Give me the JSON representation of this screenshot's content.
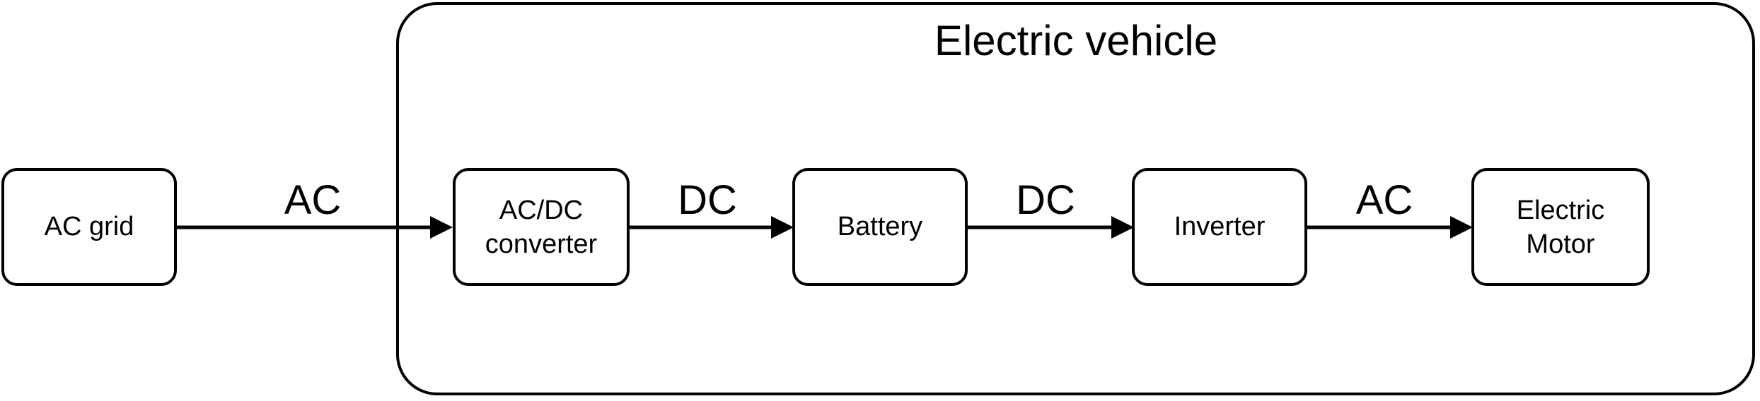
{
  "diagram": {
    "title": "Electric vehicle",
    "background_color": "#ffffff",
    "stroke_color": "#000000",
    "group": {
      "label": "Electric vehicle"
    },
    "nodes": [
      {
        "id": "ac-grid",
        "label": "AC grid",
        "line1": "AC grid",
        "line2": ""
      },
      {
        "id": "ac-dc-converter",
        "label": "AC/DC converter",
        "line1": "AC/DC",
        "line2": "converter"
      },
      {
        "id": "battery",
        "label": "Battery",
        "line1": "Battery",
        "line2": ""
      },
      {
        "id": "inverter",
        "label": "Inverter",
        "line1": "Inverter",
        "line2": ""
      },
      {
        "id": "electric-motor",
        "label": "Electric Motor",
        "line1": "Electric",
        "line2": "Motor"
      }
    ],
    "edges": [
      {
        "id": "edge-grid-converter",
        "label": "AC",
        "from": "ac-grid",
        "to": "ac-dc-converter"
      },
      {
        "id": "edge-converter-battery",
        "label": "DC",
        "from": "ac-dc-converter",
        "to": "battery"
      },
      {
        "id": "edge-battery-inverter",
        "label": "DC",
        "from": "battery",
        "to": "inverter"
      },
      {
        "id": "edge-inverter-motor",
        "label": "AC",
        "from": "inverter",
        "to": "electric-motor"
      }
    ]
  }
}
